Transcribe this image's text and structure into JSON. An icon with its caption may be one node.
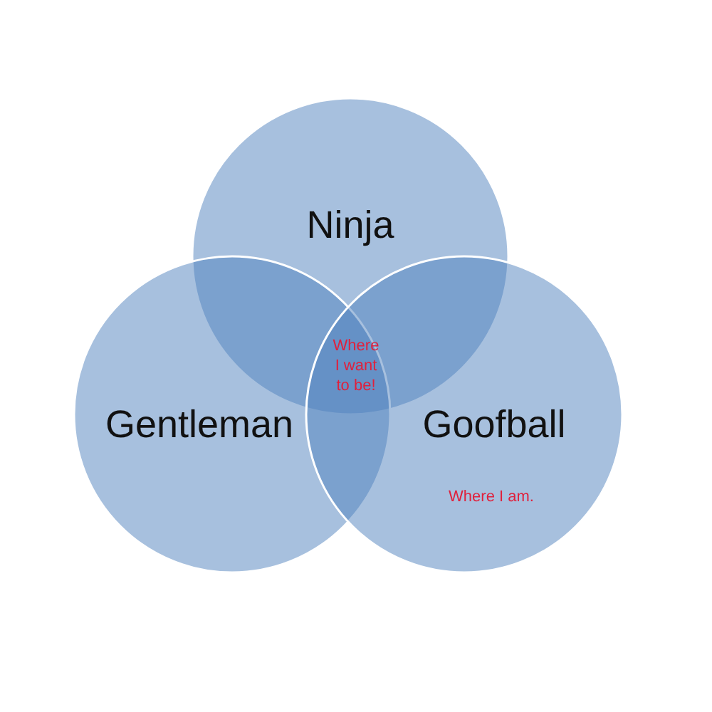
{
  "diagram": {
    "nodes": [
      {
        "text": [
          "Ninja"
        ]
      },
      {
        "text": [
          "Gentleman"
        ]
      },
      {
        "text": [
          "Goofball"
        ]
      }
    ],
    "labels": [
      "Where I want to be!",
      "Where I am."
    ]
  }
}
